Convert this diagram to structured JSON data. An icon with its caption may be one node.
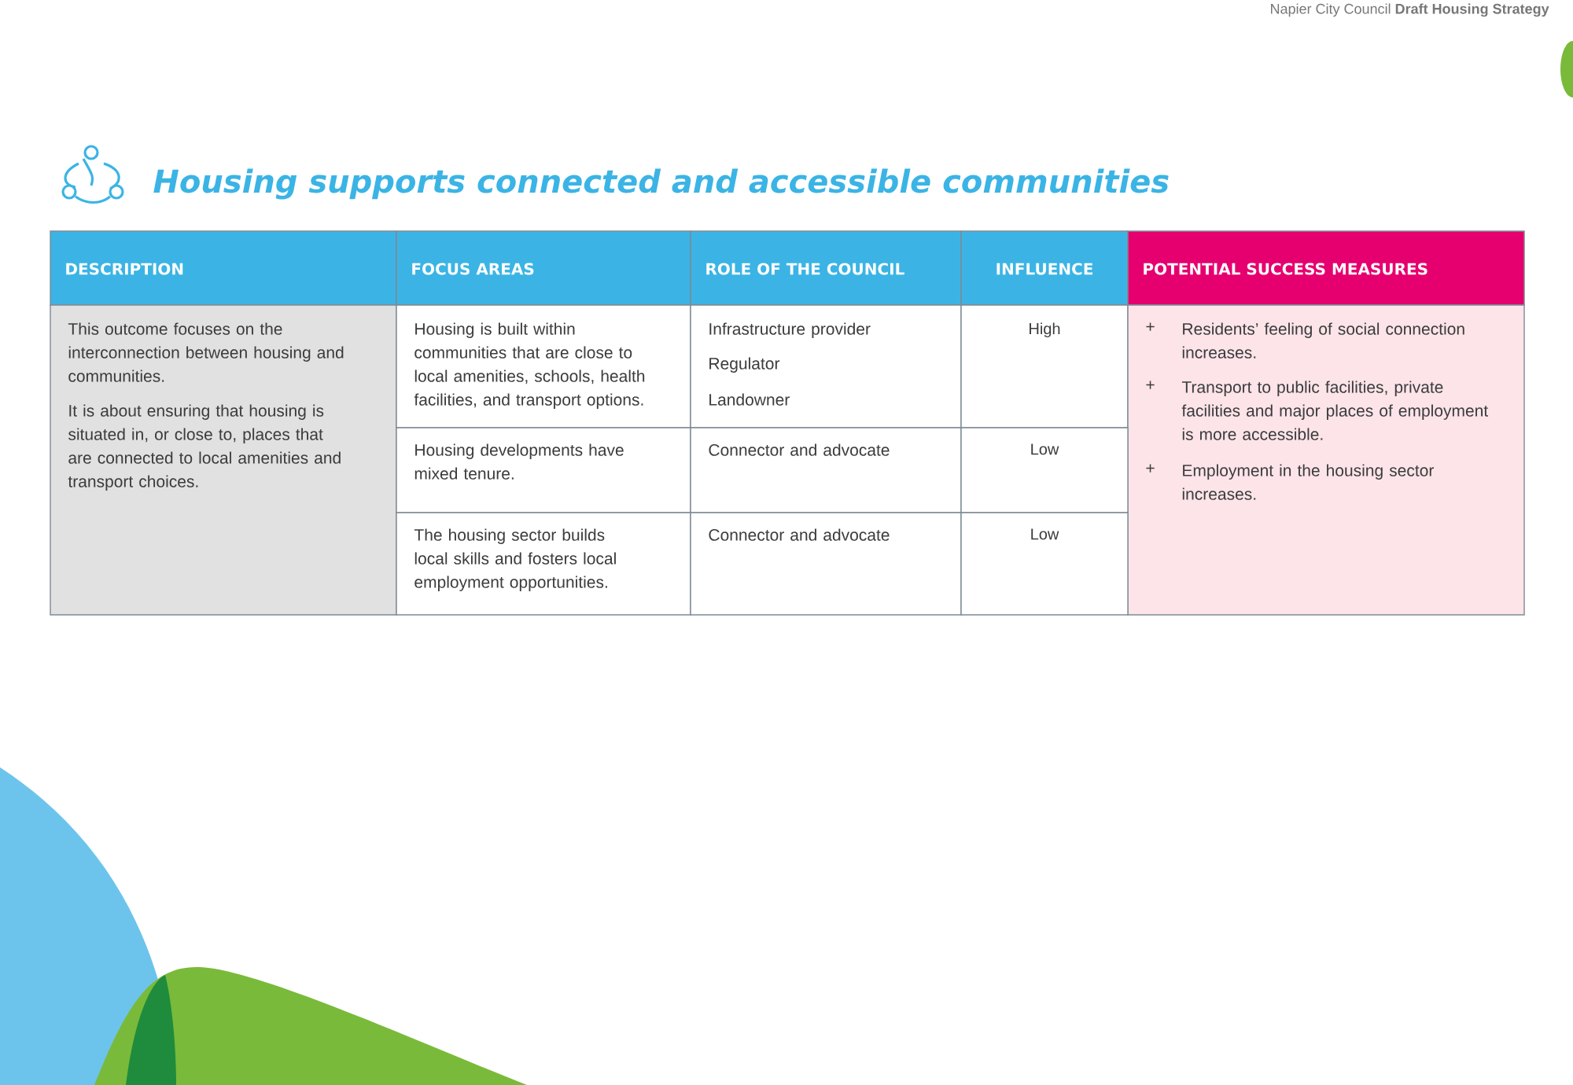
{
  "diagram": {
    "title": "Housing supports connected and accessible communities",
    "labels": [
      "Napier City Council **Draft Housing Strategy**",
      "DESCRIPTION",
      "FOCUS AREAS",
      "ROLE OF THE COUNCIL",
      "INFLUENCE",
      "POTENTIAL SUCCESS MEASURES",
      "This outcome focuses on the interconnection between housing and communities.",
      "It is about ensuring that housing is situated in, or close to, places that are connected to local amenities and transport choices.",
      "Housing is built within communities that are close to local amenities, schools, health facilities, and transport options.",
      "Infrastructure provider",
      "Regulator",
      "Landowner",
      "High",
      "+",
      "Residents’ feeling of social connection increases.",
      "+",
      "Transport to public facilities, private facilities and major places of employment is more accessible.",
      "+",
      "Employment in the housing sector increases.",
      "Housing developments have mixed tenure.",
      "Connector and advocate",
      "Low",
      "The housing sector builds local skills and fosters local employment opportunities.",
      "Connector and advocate",
      "Low"
    ]
  }
}
